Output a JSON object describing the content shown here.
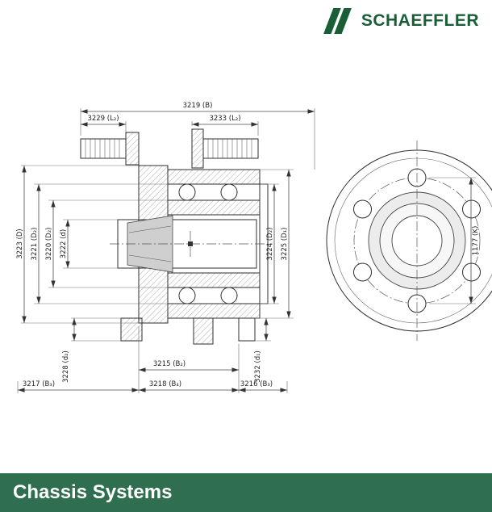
{
  "header": {
    "brand_name": "SCHAEFFLER"
  },
  "banner": {
    "title": "Chassis Systems"
  },
  "colors": {
    "brand_green": "#1a5e38",
    "banner_green": "#2f6f4f",
    "line_color": "#2e2e2e",
    "dim_color": "#4a4a4a"
  },
  "drawing": {
    "section_view": {
      "dims": {
        "b": "3219 (B)",
        "l2_left": "3229 (L₂)",
        "l2_right": "3233 (L₂)",
        "d": "3223 (D)",
        "d2_a": "3221 (D₂)",
        "d2_b": "3220 (D₂)",
        "d_small": "3222 (d)",
        "d2_c": "3224 (D₂)",
        "d1": "3225 (D₁)",
        "d2_small": "3228 (d₂)",
        "b2": "3215 (B₂)",
        "d1_small": "3232 (d₁)",
        "b3_left": "3217 (B₃)",
        "b4": "3218 (B₄)",
        "b3_right": "3216 (B₃)"
      }
    },
    "front_view": {
      "dims": {
        "k": "1177 (K)"
      }
    }
  }
}
